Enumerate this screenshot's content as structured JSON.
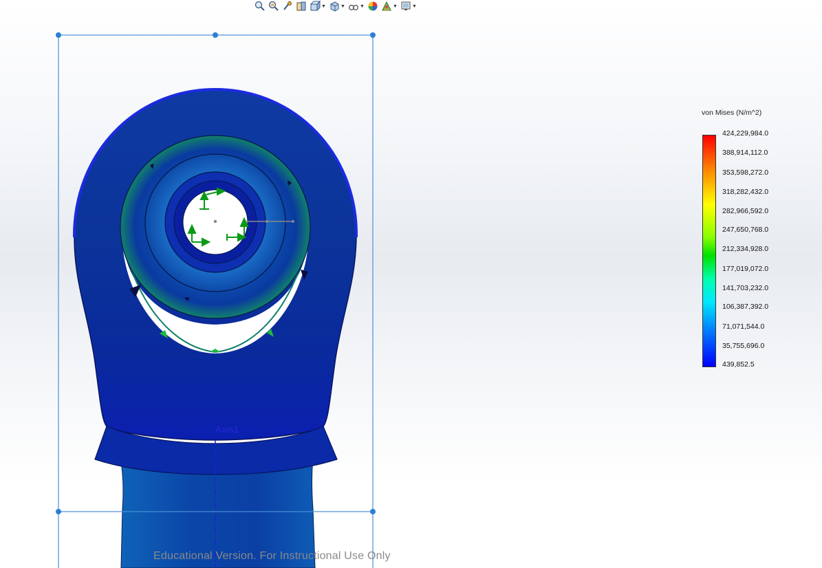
{
  "toolbar": {
    "items": [
      {
        "name": "zoom-to-fit-icon"
      },
      {
        "name": "zoom-to-area-icon"
      },
      {
        "name": "previous-view-icon"
      },
      {
        "name": "section-view-icon"
      },
      {
        "name": "view-orientation-icon"
      },
      {
        "name": "display-style-icon"
      },
      {
        "name": "hide-show-items-icon"
      },
      {
        "name": "edit-appearance-icon"
      },
      {
        "name": "apply-scene-icon"
      },
      {
        "name": "view-settings-icon"
      }
    ]
  },
  "legend": {
    "title": "von Mises (N/m^2)",
    "values": [
      "424,229,984.0",
      "388,914,112.0",
      "353,598,272.0",
      "318,282,432.0",
      "282,966,592.0",
      "247,650,768.0",
      "212,334,928.0",
      "177,019,072.0",
      "141,703,232.0",
      "106,387,392.0",
      "71,071,544.0",
      "35,755,696.0",
      "439,852.5"
    ],
    "colors": [
      "#ff0000",
      "#ff7f00",
      "#ffff00",
      "#00e000",
      "#00ffff",
      "#0000ff"
    ]
  },
  "model": {
    "axis_label": "Axis1"
  },
  "watermark": "Educational Version. For Instructional Use Only"
}
